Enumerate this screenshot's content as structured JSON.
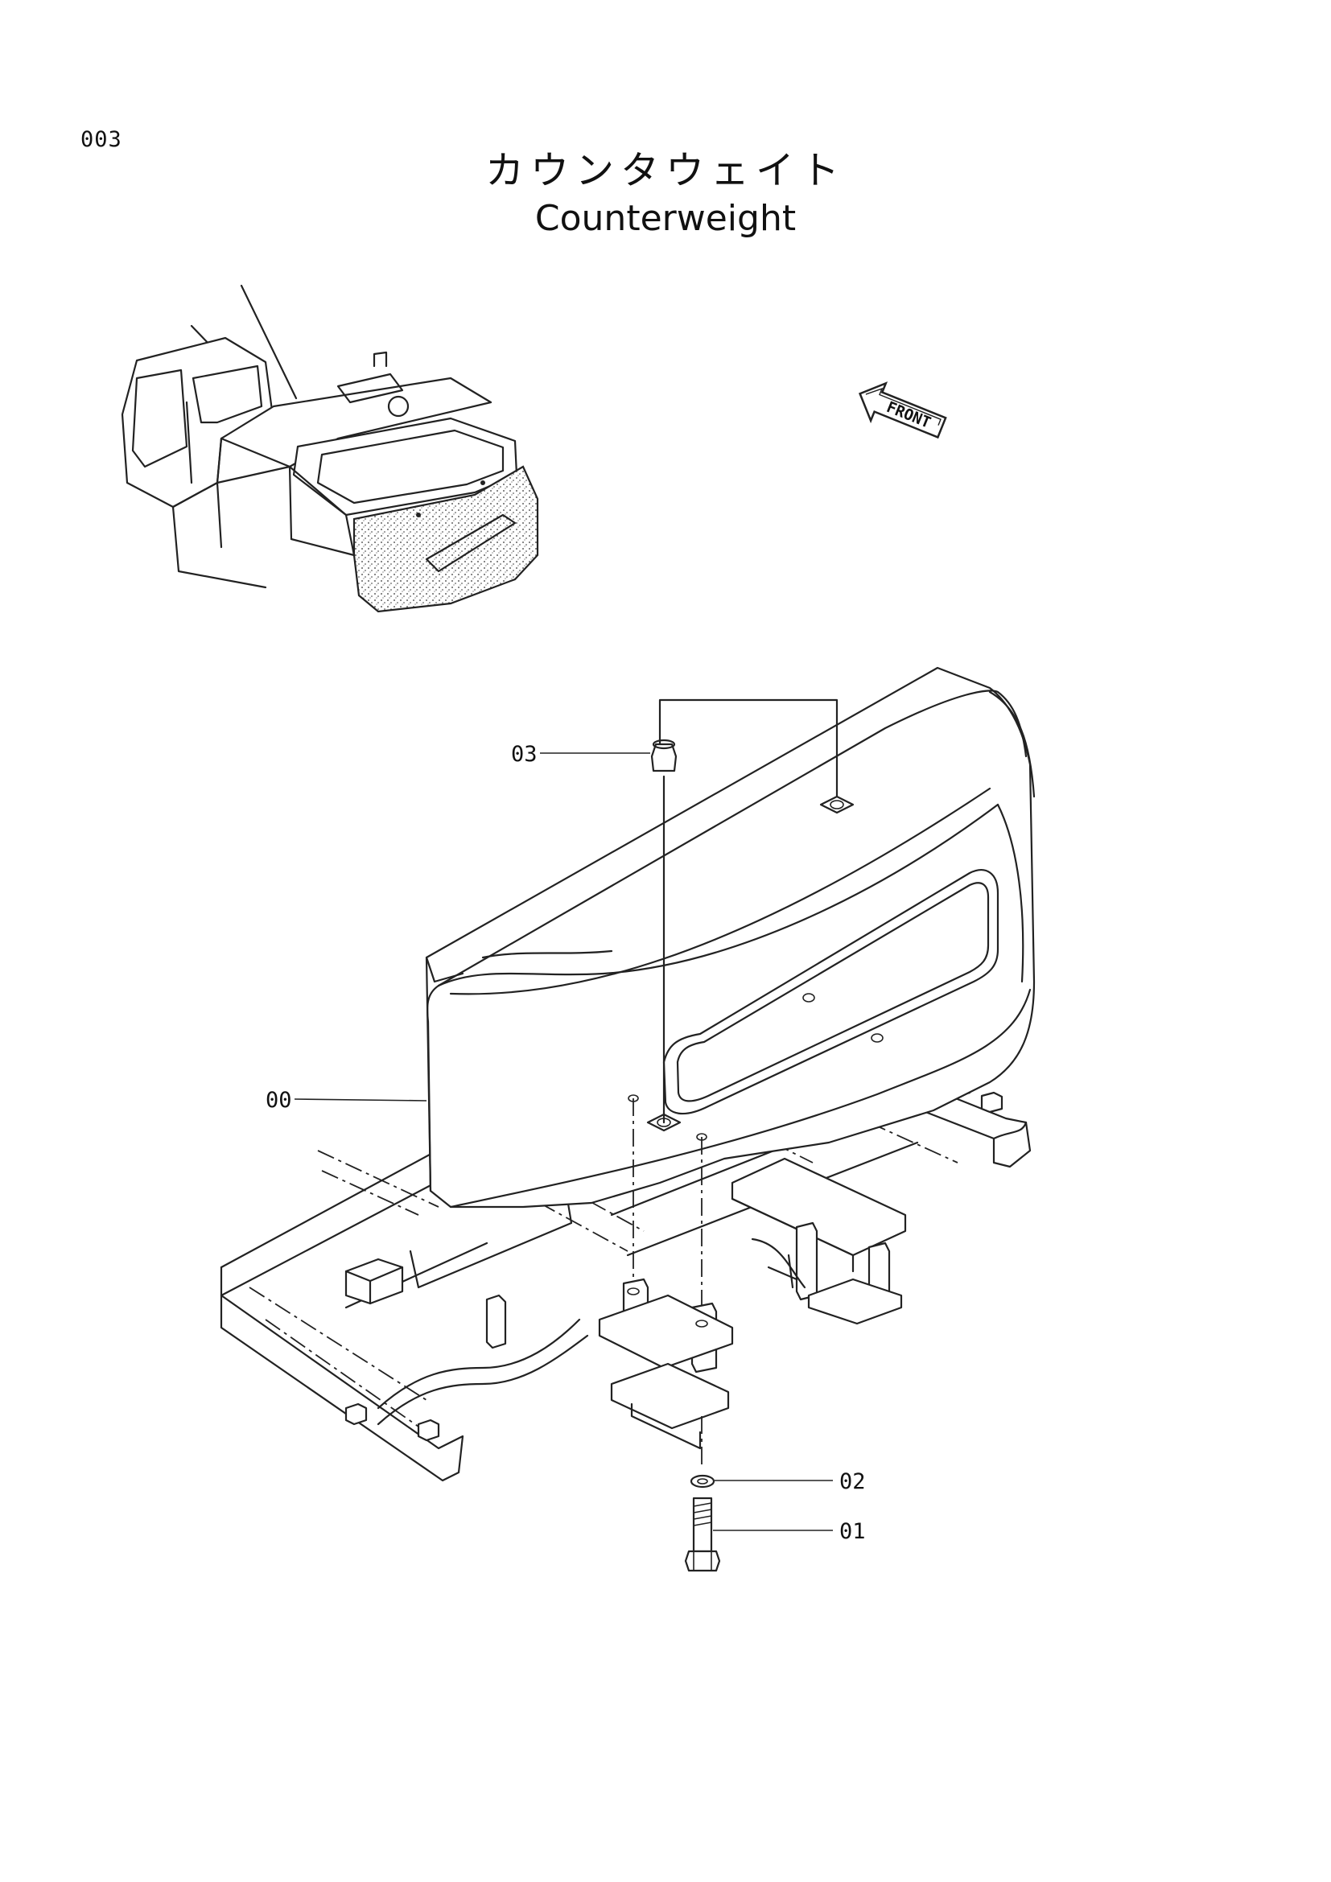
{
  "page": {
    "number": "003"
  },
  "title": {
    "japanese": "カウンタウェイト",
    "english": "Counterweight"
  },
  "orientation": {
    "arrow_label": "FRONT"
  },
  "callouts": [
    {
      "id": "03",
      "label": "03"
    },
    {
      "id": "00",
      "label": "00"
    },
    {
      "id": "02",
      "label": "02"
    },
    {
      "id": "01",
      "label": "01"
    }
  ],
  "colors": {
    "ink": "#111111",
    "paper": "#ffffff"
  }
}
